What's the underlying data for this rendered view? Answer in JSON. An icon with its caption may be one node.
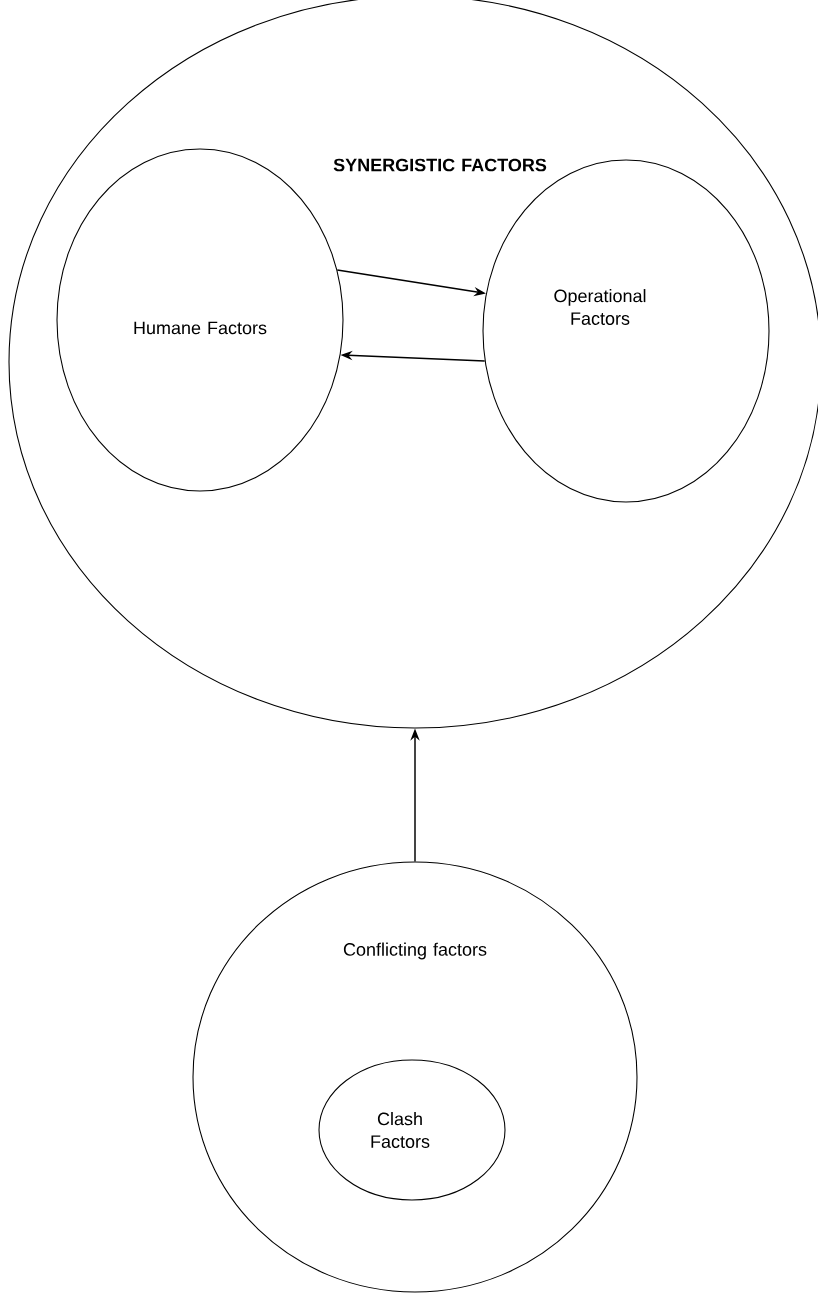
{
  "diagram": {
    "nodes": [
      {
        "text": [
          "SYNERGISTIC FACTORS"
        ]
      },
      {
        "text": [
          "Humane Factors"
        ],
        "in": 0
      },
      {
        "text": [
          "Operational Factors"
        ],
        "in": 0
      },
      {
        "text": [
          "Conflicting factors"
        ]
      },
      {
        "text": [
          "Clash Factors"
        ],
        "in": 3
      }
    ],
    "edges": [
      {
        "from": 1,
        "to": 2,
        "arrow": "to"
      },
      {
        "from": 2,
        "to": 1,
        "arrow": "to"
      },
      {
        "from": 3,
        "to": 0,
        "arrow": "to"
      }
    ]
  }
}
